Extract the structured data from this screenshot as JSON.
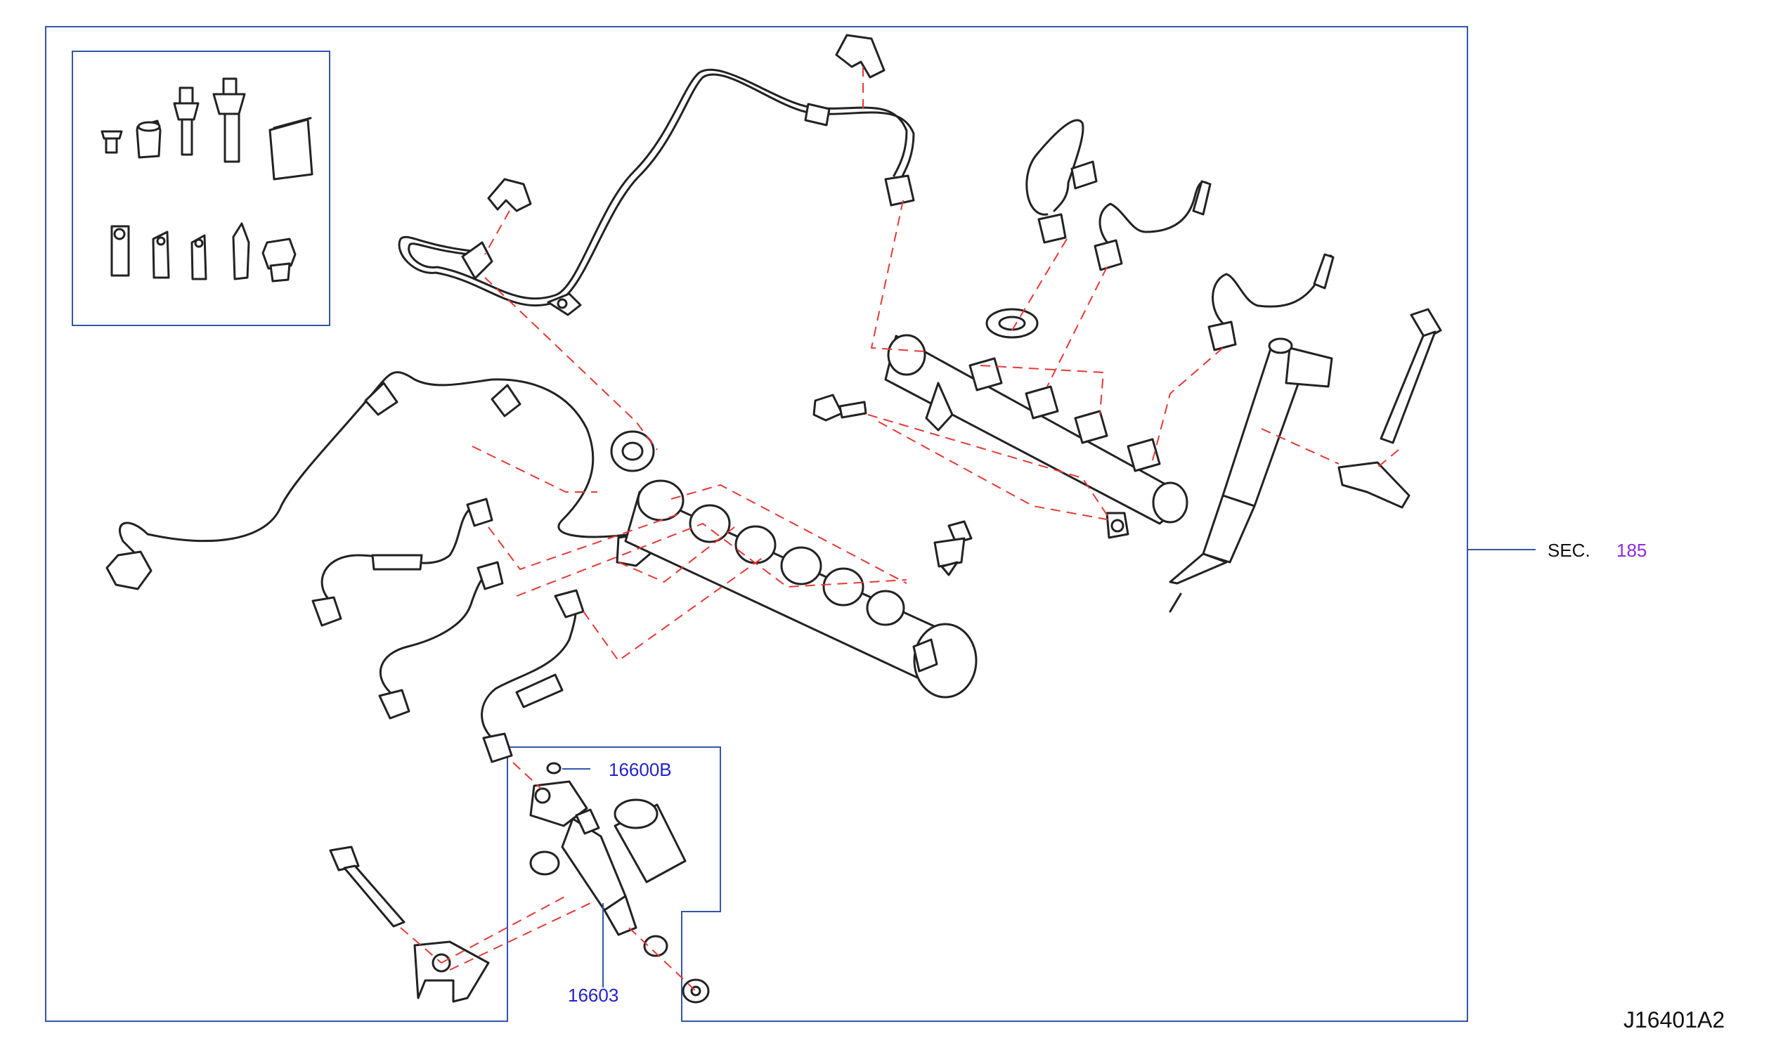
{
  "diagram_id": "J16401A2",
  "section_ref": {
    "label": "SEC.",
    "number": "185"
  },
  "part_labels": [
    {
      "id": "16600B"
    },
    {
      "id": "16603"
    }
  ],
  "colors": {
    "frame": "#3355aa",
    "leader_dashes": "#e53935",
    "part_link": "#2222cc",
    "section_link": "#8a2be2",
    "line_art": "#222222"
  },
  "icons": [
    "clip-icon",
    "grommet-icon",
    "push-pin-icon",
    "booklet-icon",
    "nut-icon",
    "bolt-icon"
  ]
}
